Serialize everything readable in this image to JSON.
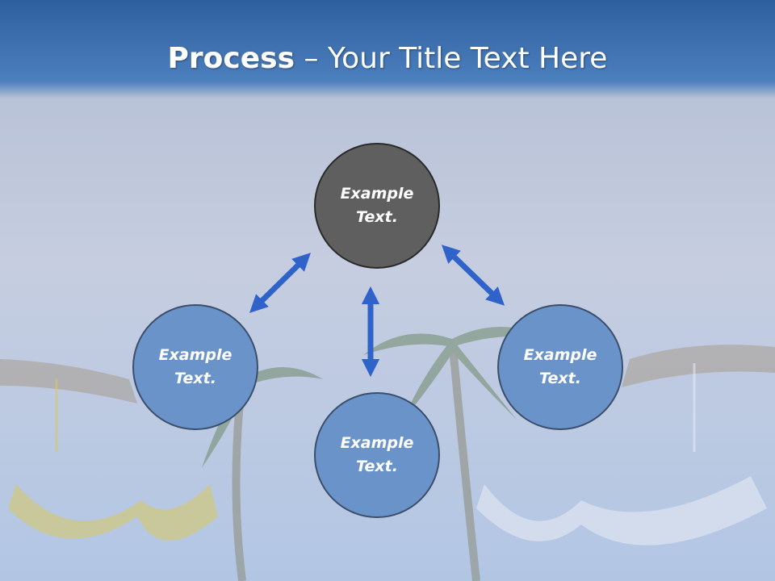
{
  "slide": {
    "title_bold": "Process",
    "title_rest": " – Your Title Text Here"
  },
  "nodes": {
    "top": "Example Text.",
    "left": "Example Text.",
    "right": "Example Text.",
    "bottom": "Example Text."
  },
  "colors": {
    "header_blue": "#3a6aa6",
    "node_dark": "#5f5f5f",
    "node_blue": "#6a93c9",
    "arrow_blue": "#2f63c9"
  }
}
